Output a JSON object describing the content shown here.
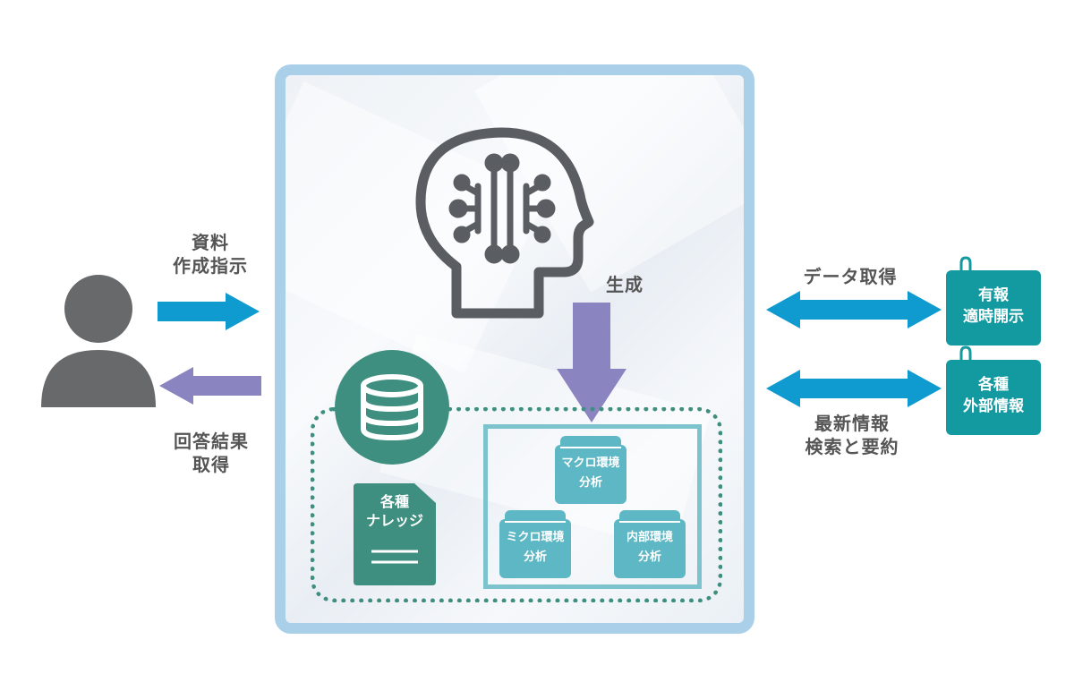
{
  "left": {
    "request_label": [
      "資料",
      "作成指示"
    ],
    "result_label": [
      "回答結果",
      "取得"
    ]
  },
  "center": {
    "generate_label": "生成",
    "knowledge_doc": [
      "各種",
      "ナレッジ"
    ],
    "analysis": {
      "macro": [
        "マクロ環境",
        "分析"
      ],
      "micro": [
        "ミクロ環境",
        "分析"
      ],
      "internal": [
        "内部環境",
        "分析"
      ]
    }
  },
  "right": {
    "data_label": "データ取得",
    "search_label": [
      "最新情報",
      "検索と要約"
    ],
    "source1": [
      "有報",
      "適時開示"
    ],
    "source2": [
      "各種",
      "外部情報"
    ]
  },
  "colors": {
    "arrow_blue": "#0f9ad0",
    "arrow_purple": "#8a84c0",
    "teal_dark": "#3e8f80",
    "teal_light": "#5db7c4",
    "teal_tag": "#139aa1",
    "panel_border": "#a9cfe9",
    "person_gray": "#68696b"
  },
  "icons": [
    "person-icon",
    "ai-head-icon",
    "database-icon",
    "document-icon",
    "clip-icon"
  ]
}
